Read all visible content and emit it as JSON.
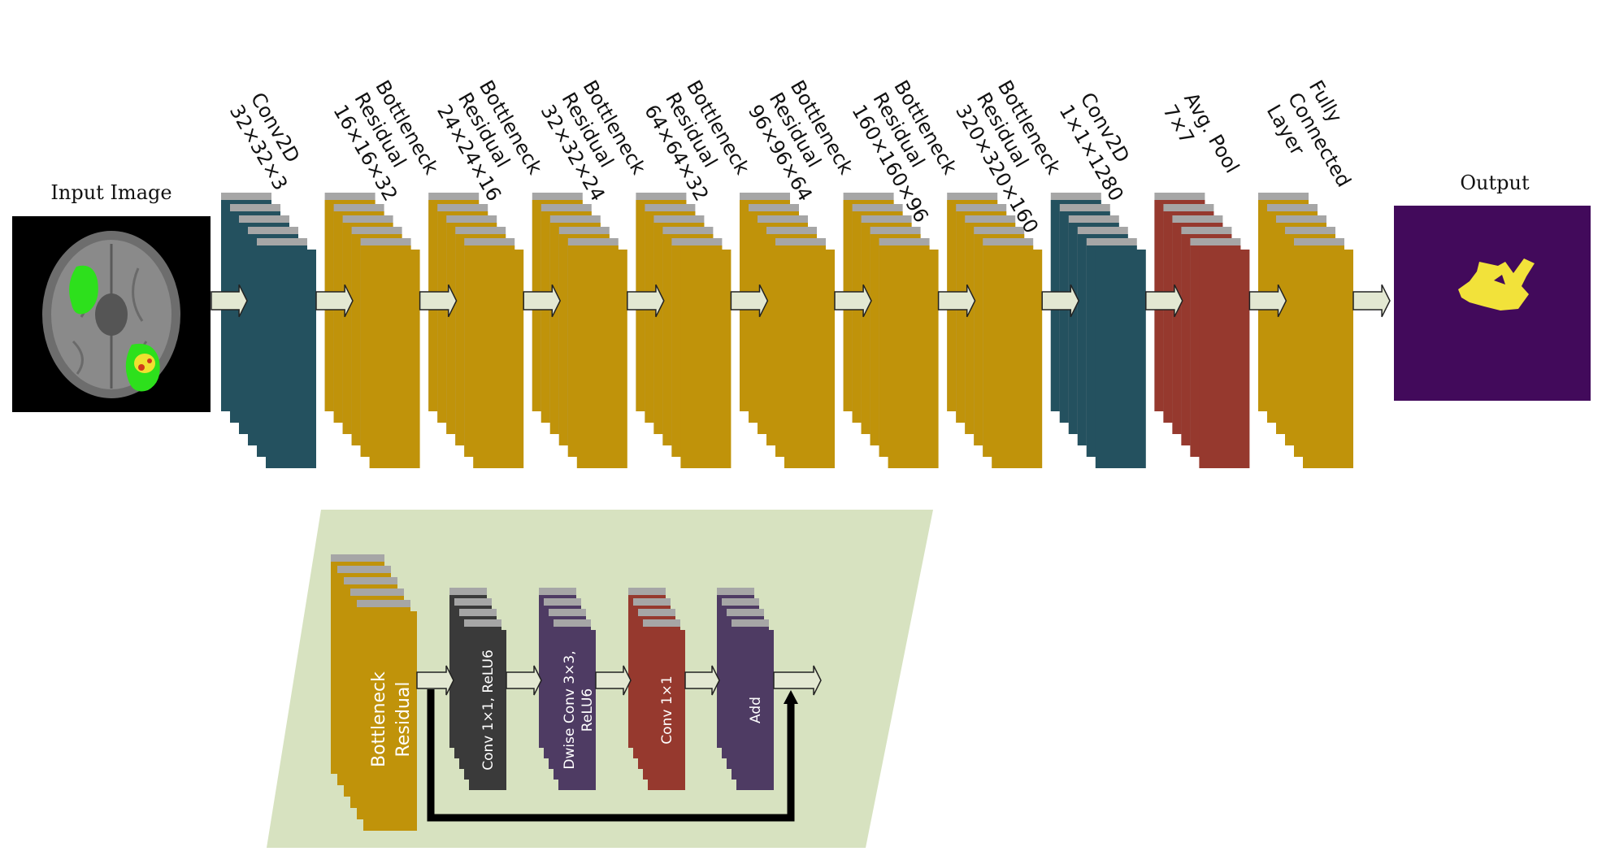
{
  "input": {
    "title": "Input Image"
  },
  "output": {
    "title": "Output"
  },
  "layers": [
    {
      "line1": "Conv2D",
      "line2": "32×32×3",
      "line3": "",
      "color": "#24515f"
    },
    {
      "line1": "Bottleneck",
      "line2": "Residual",
      "line3": "16×16×32",
      "color": "#c0930a"
    },
    {
      "line1": "Bottleneck",
      "line2": "Residual",
      "line3": "24×24×16",
      "color": "#c0930a"
    },
    {
      "line1": "Bottleneck",
      "line2": "Residual",
      "line3": "32×32×24",
      "color": "#c0930a"
    },
    {
      "line1": "Bottleneck",
      "line2": "Residual",
      "line3": "64×64×32",
      "color": "#c0930a"
    },
    {
      "line1": "Bottleneck",
      "line2": "Residual",
      "line3": "96×96×64",
      "color": "#c0930a"
    },
    {
      "line1": "Bottleneck",
      "line2": "Residual",
      "line3": "160×160×96",
      "color": "#c0930a"
    },
    {
      "line1": "Bottleneck",
      "line2": "Residual",
      "line3": "320×320×160",
      "color": "#c0930a"
    },
    {
      "line1": "Conv2D",
      "line2": "1×1×1280",
      "line3": "",
      "color": "#24515f"
    },
    {
      "line1": "Avg. Pool",
      "line2": "7×7",
      "line3": "",
      "color": "#96392e"
    },
    {
      "line1": "Fully",
      "line2": "Connected",
      "line3": "Layer",
      "color": "#c0930a"
    }
  ],
  "detail": {
    "main_block": {
      "line1": "Bottleneck",
      "line2": "Residual",
      "color": "#c0930a"
    },
    "steps": [
      {
        "line1": "Conv 1×1, ReLU6",
        "line2": "",
        "color": "#3a3a3a"
      },
      {
        "line1": "Dwise Conv 3×3,",
        "line2": "ReLU6",
        "color": "#4e3b63"
      },
      {
        "line1": "Conv 1×1",
        "line2": "",
        "color": "#96392e"
      },
      {
        "line1": "Add",
        "line2": "",
        "color": "#4e3b63"
      }
    ],
    "panel_color": "#d7e2c0"
  },
  "colors": {
    "stack_top": "#a6a6a6",
    "arrow_fill": "#e3e8d2",
    "output_bg": "#420a5b",
    "mask": "#f2e23a"
  }
}
